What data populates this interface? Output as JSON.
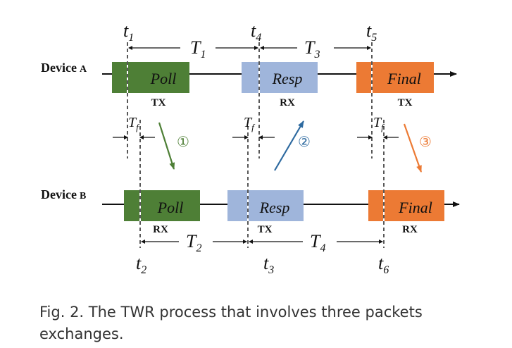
{
  "devices": {
    "a": {
      "main": "Device",
      "sub": "A"
    },
    "b": {
      "main": "Device",
      "sub": "B"
    }
  },
  "packets": {
    "poll": {
      "name": "Poll",
      "a_role": "TX",
      "b_role": "RX"
    },
    "resp": {
      "name": "Resp",
      "a_role": "RX",
      "b_role": "TX"
    },
    "final": {
      "name": "Final",
      "a_role": "TX",
      "b_role": "RX"
    }
  },
  "colors": {
    "poll": "#4e7f36",
    "resp": "#9fb5db",
    "final": "#ec7a34",
    "arrow1": "#4e7f36",
    "arrow2": "#2e6aa0",
    "arrow3": "#ec7a34"
  },
  "timestamps": {
    "t1": {
      "base": "t",
      "sub": "1"
    },
    "t2": {
      "base": "t",
      "sub": "2"
    },
    "t3": {
      "base": "t",
      "sub": "3"
    },
    "t4": {
      "base": "t",
      "sub": "4"
    },
    "t5": {
      "base": "t",
      "sub": "5"
    },
    "t6": {
      "base": "t",
      "sub": "6"
    }
  },
  "intervals": {
    "T1": {
      "base": "T",
      "sub": "1"
    },
    "T2": {
      "base": "T",
      "sub": "2"
    },
    "T3": {
      "base": "T",
      "sub": "3"
    },
    "T4": {
      "base": "T",
      "sub": "4"
    },
    "Tf": {
      "base": "T",
      "sub": "f"
    }
  },
  "steps": [
    "①",
    "②",
    "③"
  ],
  "caption": {
    "line1": "Fig. 2.  The TWR process that involves three packets",
    "line2": "exchanges."
  }
}
